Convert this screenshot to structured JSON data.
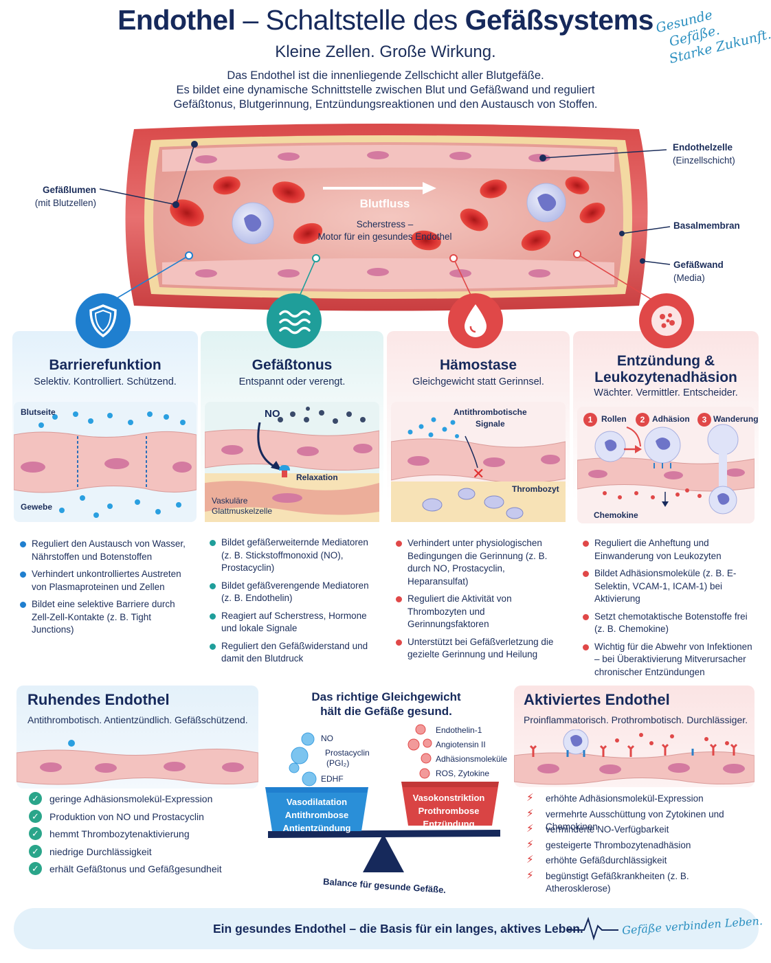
{
  "header": {
    "title_part1": "Endothel",
    "title_part2": "– Schaltstelle des ",
    "title_part3": "Gefäßsystems",
    "subtitle": "Kleine Zellen. Große Wirkung.",
    "intro_line1": "Das Endothel ist die innenliegende Zellschicht aller Blutgefäße.",
    "intro_line2": "Es bildet eine dynamische Schnittstelle zwischen Blut und Gefäßwand und reguliert",
    "intro_line3": "Gefäßtonus, Blutgerinnung, Entzündungsreaktionen und den Austausch von Stoffen.",
    "slogan_line1": "Gesunde",
    "slogan_line2": "Gefäße.",
    "slogan_line3": "Starke Zukunft."
  },
  "vessel": {
    "lumen_title": "Gefäßlumen",
    "lumen_sub": "(mit Blutzellen)",
    "flow": "Blutfluss",
    "shear_line1": "Scherstress –",
    "shear_line2": "Motor für ein gesundes Endothel",
    "endothelial_title": "Endothelzelle",
    "endothelial_sub": "(Einzellschicht)",
    "basal": "Basalmembran",
    "wall_title": "Gefäßwand",
    "wall_sub": "(Media)"
  },
  "cards": [
    {
      "title": "Barrierefunktion",
      "subtitle": "Selektiv. Kontrolliert. Schützend.",
      "label_top": "Blutseite",
      "label_bottom": "Gewebe",
      "bullets": [
        "Reguliert den Austausch von Wasser, Nährstoffen und Botenstoffen",
        "Verhindert unkontrolliertes Austreten von Plasmaproteinen und Zellen",
        "Bildet eine selektive Barriere durch Zell-Zell-Kontakte (z. B. Tight Junctions)"
      ]
    },
    {
      "title": "Gefäßtonus",
      "subtitle": "Entspannt oder verengt.",
      "label_no": "NO",
      "label_relax": "Relaxation",
      "label_muscle1": "Vaskuläre",
      "label_muscle2": "Glattmuskelzelle",
      "bullets": [
        "Bildet gefäßerweiternde Mediatoren (z. B. Stickstoffmonoxid (NO), Prostacyclin)",
        "Bildet gefäßverengende Mediatoren (z. B. Endothelin)",
        "Reagiert auf Scherstress, Hormone und lokale Signale",
        "Reguliert den Gefäßwiderstand und damit den Blutdruck"
      ]
    },
    {
      "title": "Hämostase",
      "subtitle": "Gleichgewicht statt Gerinnsel.",
      "label_signals1": "Antithrombotische",
      "label_signals2": "Signale",
      "label_platelet": "Thrombozyt",
      "bullets": [
        "Verhindert unter physiologischen Bedingungen die Gerinnung (z. B. durch NO, Prostacyclin, Heparansulfat)",
        "Reguliert die Aktivität von Thrombozyten und Gerinnungsfaktoren",
        "Unterstützt bei Gefäßverletzung die gezielte Gerinnung und Heilung"
      ]
    },
    {
      "title_line1": "Entzündung &",
      "title_line2": "Leukozytenadhäsion",
      "subtitle": "Wächter. Vermittler. Entscheider.",
      "step1_num": "1",
      "step1": "Rollen",
      "step2_num": "2",
      "step2": "Adhäsion",
      "step3_num": "3",
      "step3": "Wanderung",
      "label_chemo": "Chemokine",
      "bullets": [
        "Reguliert die Anheftung und Einwanderung von Leukozyten",
        "Bildet Adhäsionsmoleküle (z. B. E-Selektin, VCAM-1, ICAM-1) bei Aktivierung",
        "Setzt chemotaktische Botenstoffe frei (z. B. Chemokine)",
        "Wichtig für die Abwehr von Infektionen – bei Überaktivierung Mitverursacher chronischer Entzündungen"
      ]
    }
  ],
  "resting": {
    "title": "Ruhendes Endothel",
    "subtitle": "Antithrombotisch. Antientzündlich. Gefäßschützend.",
    "items": [
      "geringe Adhäsionsmolekül-Expression",
      "Produktion von NO und Prostacyclin",
      "hemmt Thrombozytenaktivierung",
      "niedrige Durchlässigkeit",
      "erhält Gefäßtonus und Gefäßgesundheit"
    ]
  },
  "balance": {
    "title_line1": "Das richtige Gleichgewicht",
    "title_line2": "hält die Gefäße gesund.",
    "left_items": [
      "NO",
      "Prostacyclin",
      "(PGI₂)",
      "EDHF"
    ],
    "left_bowl": [
      "Vasodilatation",
      "Antithrombose",
      "Antientzündung"
    ],
    "right_items": [
      "Endothelin-1",
      "Angiotensin II",
      "Adhäsionsmoleküle",
      "ROS, Zytokine"
    ],
    "right_bowl": [
      "Vasokonstriktion",
      "Prothrombose",
      "Entzündung"
    ],
    "caption": "Balance für gesunde Gefäße.",
    "colors": {
      "left": "#3d9fe0",
      "right": "#e04848"
    }
  },
  "activated": {
    "title": "Aktiviertes Endothel",
    "subtitle": "Proinflammatorisch. Prothrombotisch. Durchlässiger.",
    "items": [
      "erhöhte Adhäsionsmolekül-Expression",
      "vermehrte Ausschüttung von Zytokinen und Chemokinen",
      "verminderte NO-Verfügbarkeit",
      "gesteigerte Thrombozytenadhäsion",
      "erhöhte Gefäßdurchlässigkeit",
      "begünstigt Gefäßkrankheiten (z. B. Atherosklerose)"
    ]
  },
  "footer": {
    "text": "Ein gesundes Endothel – die Basis für ein langes, aktives Leben.",
    "script": "Gefäße verbinden Leben."
  }
}
